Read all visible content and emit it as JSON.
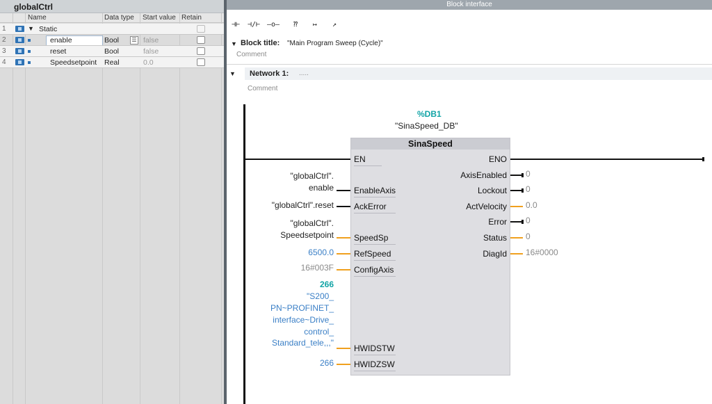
{
  "db": {
    "title": "globalCtrl",
    "columns": [
      "Name",
      "Data type",
      "Start value",
      "Retain"
    ],
    "rows": [
      {
        "num": "1",
        "name": "Static",
        "type": "",
        "start": ""
      },
      {
        "num": "2",
        "name": "enable",
        "type": "Bool",
        "start": "false"
      },
      {
        "num": "3",
        "name": "reset",
        "type": "Bool",
        "start": "false"
      },
      {
        "num": "4",
        "name": "Speedsetpoint",
        "type": "Real",
        "start": "0.0"
      }
    ]
  },
  "editor": {
    "interface_label": "Block interface",
    "toolbar": [
      "⊣⊢",
      "⊣/⊢",
      "–o–",
      "⁇",
      "↦",
      "↗"
    ],
    "block_title_label": "Block title:",
    "block_title_value": "\"Main Program Sweep (Cycle)\"",
    "comment1": "Comment",
    "network_label": "Network 1:",
    "network_dots": ".....",
    "comment2": "Comment"
  },
  "fb": {
    "db_num": "%DB1",
    "db_name": "\"SinaSpeed_DB\"",
    "type": "SinaSpeed",
    "inputs": [
      "EN",
      "EnableAxis",
      "AckError",
      "SpeedSp",
      "RefSpeed",
      "ConfigAxis",
      "HWIDSTW",
      "HWIDZSW"
    ],
    "outputs": [
      "ENO",
      "AxisEnabled",
      "Lockout",
      "ActVelocity",
      "Error",
      "Status",
      "DiagId"
    ],
    "in_values": {
      "enable_1": "\"globalCtrl\".",
      "enable_2": "enable",
      "ack": "\"globalCtrl\".reset",
      "sp_1": "\"globalCtrl\".",
      "sp_2": "Speedsetpoint",
      "ref": "6500.0",
      "cfg": "16#003F",
      "hw_num": "266",
      "hw_l1": "\"S200_",
      "hw_l2": "PN~PROFINET_",
      "hw_l3": "interface~Drive_",
      "hw_l4": "control_",
      "hw_l5": "Standard_tele,,,\"",
      "hwz": "266"
    },
    "out_values": {
      "axis": "0",
      "lock": "0",
      "vel": "0.0",
      "err": "0",
      "status": "0",
      "diag": "16#0000"
    }
  }
}
